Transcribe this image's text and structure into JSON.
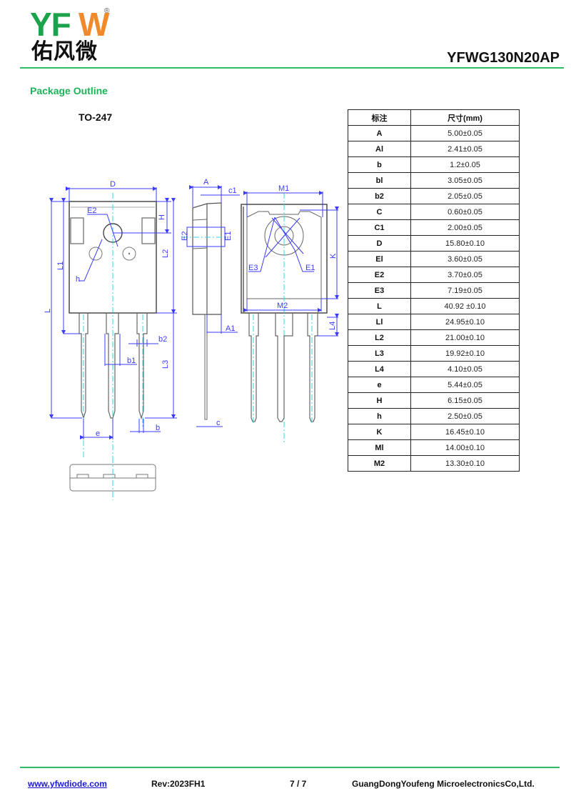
{
  "header": {
    "logo_latin_green": "YF",
    "logo_latin_orange": "W",
    "logo_registered": "®",
    "logo_chinese": "佑风微",
    "part_number": "YFWG130N20AP",
    "accent_color": "#2dbd63",
    "logo_orange": "#f08a2a"
  },
  "section": {
    "title": "Package Outline",
    "package_name": "TO-247"
  },
  "drawing": {
    "labels": {
      "D": "D",
      "E2": "E2",
      "H": "H",
      "h": "h",
      "L": "L",
      "L1": "L1",
      "L2": "L2",
      "L3": "L3",
      "b": "b",
      "b1": "b1",
      "b2": "b2",
      "e": "e",
      "A": "A",
      "c1": "c1",
      "E1_side": "E1",
      "E2_side": "E2",
      "A1": "A1",
      "c": "c",
      "M1": "M1",
      "M2": "M2",
      "K": "K",
      "E3": "E3",
      "E1": "E1",
      "L4": "L4"
    }
  },
  "table": {
    "headers": [
      "标注",
      "尺寸(mm)"
    ],
    "rows": [
      {
        "symbol": "A",
        "value": "5.00±0.05"
      },
      {
        "symbol": "Al",
        "value": "2.41±0.05"
      },
      {
        "symbol": "b",
        "value": "1.2±0.05"
      },
      {
        "symbol": "bl",
        "value": "3.05±0.05"
      },
      {
        "symbol": "b2",
        "value": "2.05±0.05"
      },
      {
        "symbol": "C",
        "value": "0.60±0.05"
      },
      {
        "symbol": "C1",
        "value": "2.00±0.05"
      },
      {
        "symbol": "D",
        "value": "15.80±0.10"
      },
      {
        "symbol": "El",
        "value": "3.60±0.05"
      },
      {
        "symbol": "E2",
        "value": "3.70±0.05"
      },
      {
        "symbol": "E3",
        "value": "7.19±0.05"
      },
      {
        "symbol": "L",
        "value": "40.92 ±0.10"
      },
      {
        "symbol": "Ll",
        "value": "24.95±0.10"
      },
      {
        "symbol": "L2",
        "value": "21.00±0.10"
      },
      {
        "symbol": "L3",
        "value": "19.92±0.10"
      },
      {
        "symbol": "L4",
        "value": "4.10±0.05"
      },
      {
        "symbol": "e",
        "value": "5.44±0.05"
      },
      {
        "symbol": "H",
        "value": "6.15±0.05"
      },
      {
        "symbol": "h",
        "value": "2.50±0.05"
      },
      {
        "symbol": "K",
        "value": "16.45±0.10"
      },
      {
        "symbol": "Ml",
        "value": "14.00±0.10"
      },
      {
        "symbol": "M2",
        "value": "13.30±0.10"
      }
    ]
  },
  "footer": {
    "website": "www.yfwdiode.com",
    "revision": "Rev:2023FH1",
    "page": "7 / 7",
    "company": "GuangDongYoufeng MicroelectronicsCo,Ltd."
  }
}
